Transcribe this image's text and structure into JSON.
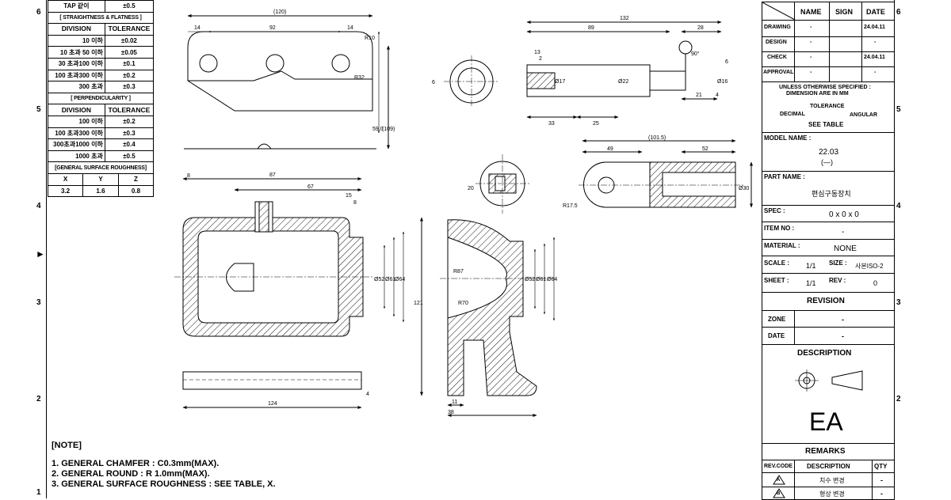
{
  "zones_left": [
    "6",
    "5",
    "4",
    "3",
    "2",
    "1"
  ],
  "zones_right": [
    "6",
    "5",
    "4",
    "3",
    "2"
  ],
  "tolerance_table": {
    "tap_label": "TAP 같이",
    "tap_value": "±0.5",
    "flatness_title": "[ STRAIGHTNESS & FLATNESS ]",
    "division_header": "DIVISION",
    "tolerance_header": "TOLERANCE",
    "flatness_rows": [
      {
        "division": "10 이하",
        "tolerance": "±0.02"
      },
      {
        "division": "10 초과 50 이하",
        "tolerance": "±0.05"
      },
      {
        "division": "30 초과100 이하",
        "tolerance": "±0.1"
      },
      {
        "division": "100 초과300 이하",
        "tolerance": "±0.2"
      },
      {
        "division": "300 초과",
        "tolerance": "±0.3"
      }
    ],
    "perp_title": "[ PERPENDICULARITY ]",
    "perp_rows": [
      {
        "division": "100 이하",
        "tolerance": "±0.2"
      },
      {
        "division": "100 초과300 이하",
        "tolerance": "±0.3"
      },
      {
        "division": "300초과1000 이하",
        "tolerance": "±0.4"
      },
      {
        "division": "1000 초과",
        "tolerance": "±0.5"
      }
    ],
    "rough_title": "[GENERAL SURFACE ROUGHNESS]",
    "rough_headers": [
      "X",
      "Y",
      "Z"
    ],
    "rough_values": [
      "3.2",
      "1.6",
      "0.8"
    ]
  },
  "notes": {
    "title": "[NOTE]",
    "items": [
      "1. GENERAL CHAMFER : C0.3mm(MAX).",
      "2. GENERAL ROUND : R 1.0mm(MAX).",
      "3. GENERAL SURFACE ROUGHNESS : SEE TABLE, X."
    ]
  },
  "title_block": {
    "headers": [
      "NAME",
      "SIGN",
      "DATE"
    ],
    "rows": [
      {
        "label": "DRAWING",
        "name": "-",
        "sign": "",
        "date": "24.04.11"
      },
      {
        "label": "DESIGN",
        "name": "-",
        "sign": "-",
        "date": ""
      },
      {
        "label": "CHECK",
        "name": "-",
        "sign": "",
        "date": "24.04.11"
      },
      {
        "label": "APPROVAL",
        "name": "-",
        "sign": "-",
        "date": ""
      }
    ],
    "spec_line1": "UNLESS OTHERWISE SPECIFIED :",
    "spec_line2": "DIMENSION ARE IN MM",
    "tolerance_label": "TOLERANCE",
    "decimal_label": "DECIMAL",
    "angular_label": "ANGULAR",
    "see_table": "SEE TABLE",
    "model_name_label": "MODEL NAME :",
    "model_name_value": "22.03",
    "model_name_sub": "(—)",
    "part_name_label": "PART NAME :",
    "part_name_value": "편심구동장치",
    "spec_label": "SPEC :",
    "spec_value": "0 x 0 x 0",
    "item_no_label": "ITEM NO :",
    "item_no_value": "-",
    "material_label": "MATERIAL :",
    "material_value": "NONE",
    "scale_label": "SCALE :",
    "scale_value": "1/1",
    "size_label": "SIZE :",
    "size_value": "사본ISO-2",
    "sheet_label": "SHEET :",
    "sheet_value": "1/1",
    "rev_label": "REV :",
    "rev_value": "0",
    "revision_title": "REVISION",
    "zone_label": "ZONE",
    "zone_value": "-",
    "date_label": "DATE",
    "date_value": "-",
    "description_title": "DESCRIPTION",
    "unit": "EA",
    "remarks_title": "REMARKS",
    "remarks_headers": [
      "REV.CODE",
      "DESCRIPTION",
      "QTY"
    ],
    "remarks_rows": [
      {
        "code": "A",
        "description": "치수 변경",
        "qty": "-"
      },
      {
        "code": "B",
        "description": "형상 변경",
        "qty": "-"
      }
    ]
  },
  "dimensions": {
    "top_overall": "(120)",
    "top_left": "14",
    "top_mid": "92",
    "top_right": "14",
    "top_r10": "R10",
    "top_r32": "R32",
    "top_h1": "59.0",
    "top_h2": "(109)",
    "shaft_overall": "132",
    "shaft_89": "89",
    "shaft_28": "28",
    "shaft_13": "13",
    "shaft_2": "2",
    "shaft_d17": "Ø17",
    "shaft_d22": "Ø22",
    "shaft_6": "6",
    "shaft_d16": "Ø16",
    "shaft_21": "21",
    "shaft_4": "4",
    "shaft_33": "33",
    "shaft_25": "25",
    "shaft_angle": "90°",
    "circle_6": "6",
    "small_20": "20",
    "fork_overall": "(101.5)",
    "fork_49": "49",
    "fork_52": "52",
    "fork_r17": "R17.5",
    "fork_d30": "Ø30",
    "hous_87": "87",
    "hous_67": "67",
    "hous_15": "15",
    "hous_8a": "8",
    "hous_8b": "8",
    "hous_d52": "Ø52",
    "hous_d61": "Ø61",
    "hous_d64": "Ø64",
    "hous_124": "124",
    "hous_4": "4",
    "side_121": "121",
    "side_r87": "R87",
    "side_r70": "R70",
    "side_d52": "Ø52",
    "side_d61": "Ø61",
    "side_d64": "Ø64",
    "side_11": "11",
    "side_38": "38"
  }
}
